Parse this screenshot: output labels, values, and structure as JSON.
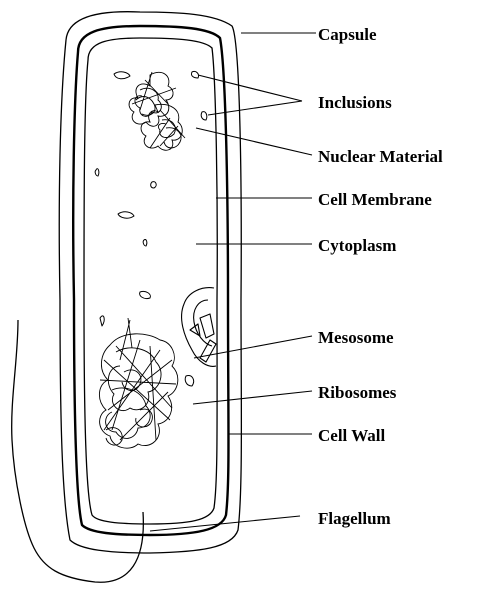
{
  "labels": {
    "capsule": "Capsule",
    "inclusions": "Inclusions",
    "nuclear_material": "Nuclear Material",
    "cell_membrane": "Cell Membrane",
    "cytoplasm": "Cytoplasm",
    "mesosome": "Mesosome",
    "ribosomes": "Ribosomes",
    "cell_wall": "Cell Wall",
    "flagellum": "Flagellum"
  }
}
